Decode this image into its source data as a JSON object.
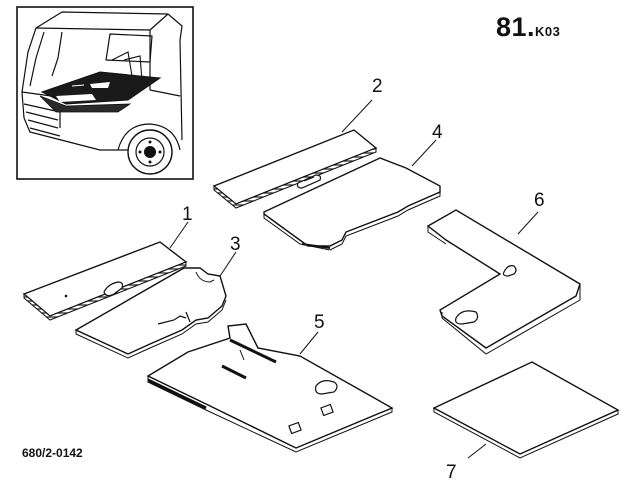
{
  "page": {
    "group_number": "81.",
    "group_suffix": "K03",
    "drawing_number": "680/2-0142"
  },
  "callouts": {
    "p1": "1",
    "p2": "2",
    "p3": "3",
    "p4": "4",
    "p5": "5",
    "p6": "6",
    "p7": "7"
  }
}
